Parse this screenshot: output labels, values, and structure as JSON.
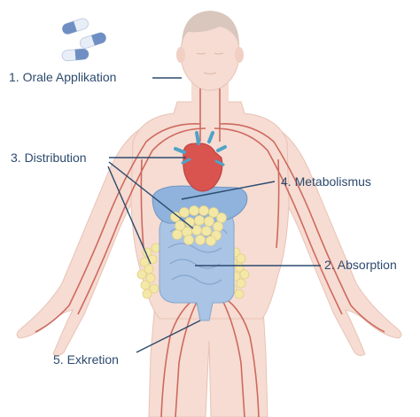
{
  "labels": {
    "oral": "1. Orale Applikation",
    "distribution": "3. Distribution",
    "metabolism": "4. Metabolismus",
    "absorption": "2. Absorption",
    "excretion": "5. Exkretion"
  },
  "colors": {
    "skin": "#f6dcd2",
    "skin_outline": "#e8c3b6",
    "hair": "#d9c6bd",
    "vessel": "#c8554a",
    "heart": "#d9534f",
    "lung_vessel": "#4fa3c7",
    "stomach": "#8fb3dc",
    "intestine": "#a9c4e4",
    "fat": "#f4e8a6",
    "leader_line": "#2c4a6e",
    "pill_blue": "#6f8fc4",
    "pill_white": "#e8eef7"
  }
}
